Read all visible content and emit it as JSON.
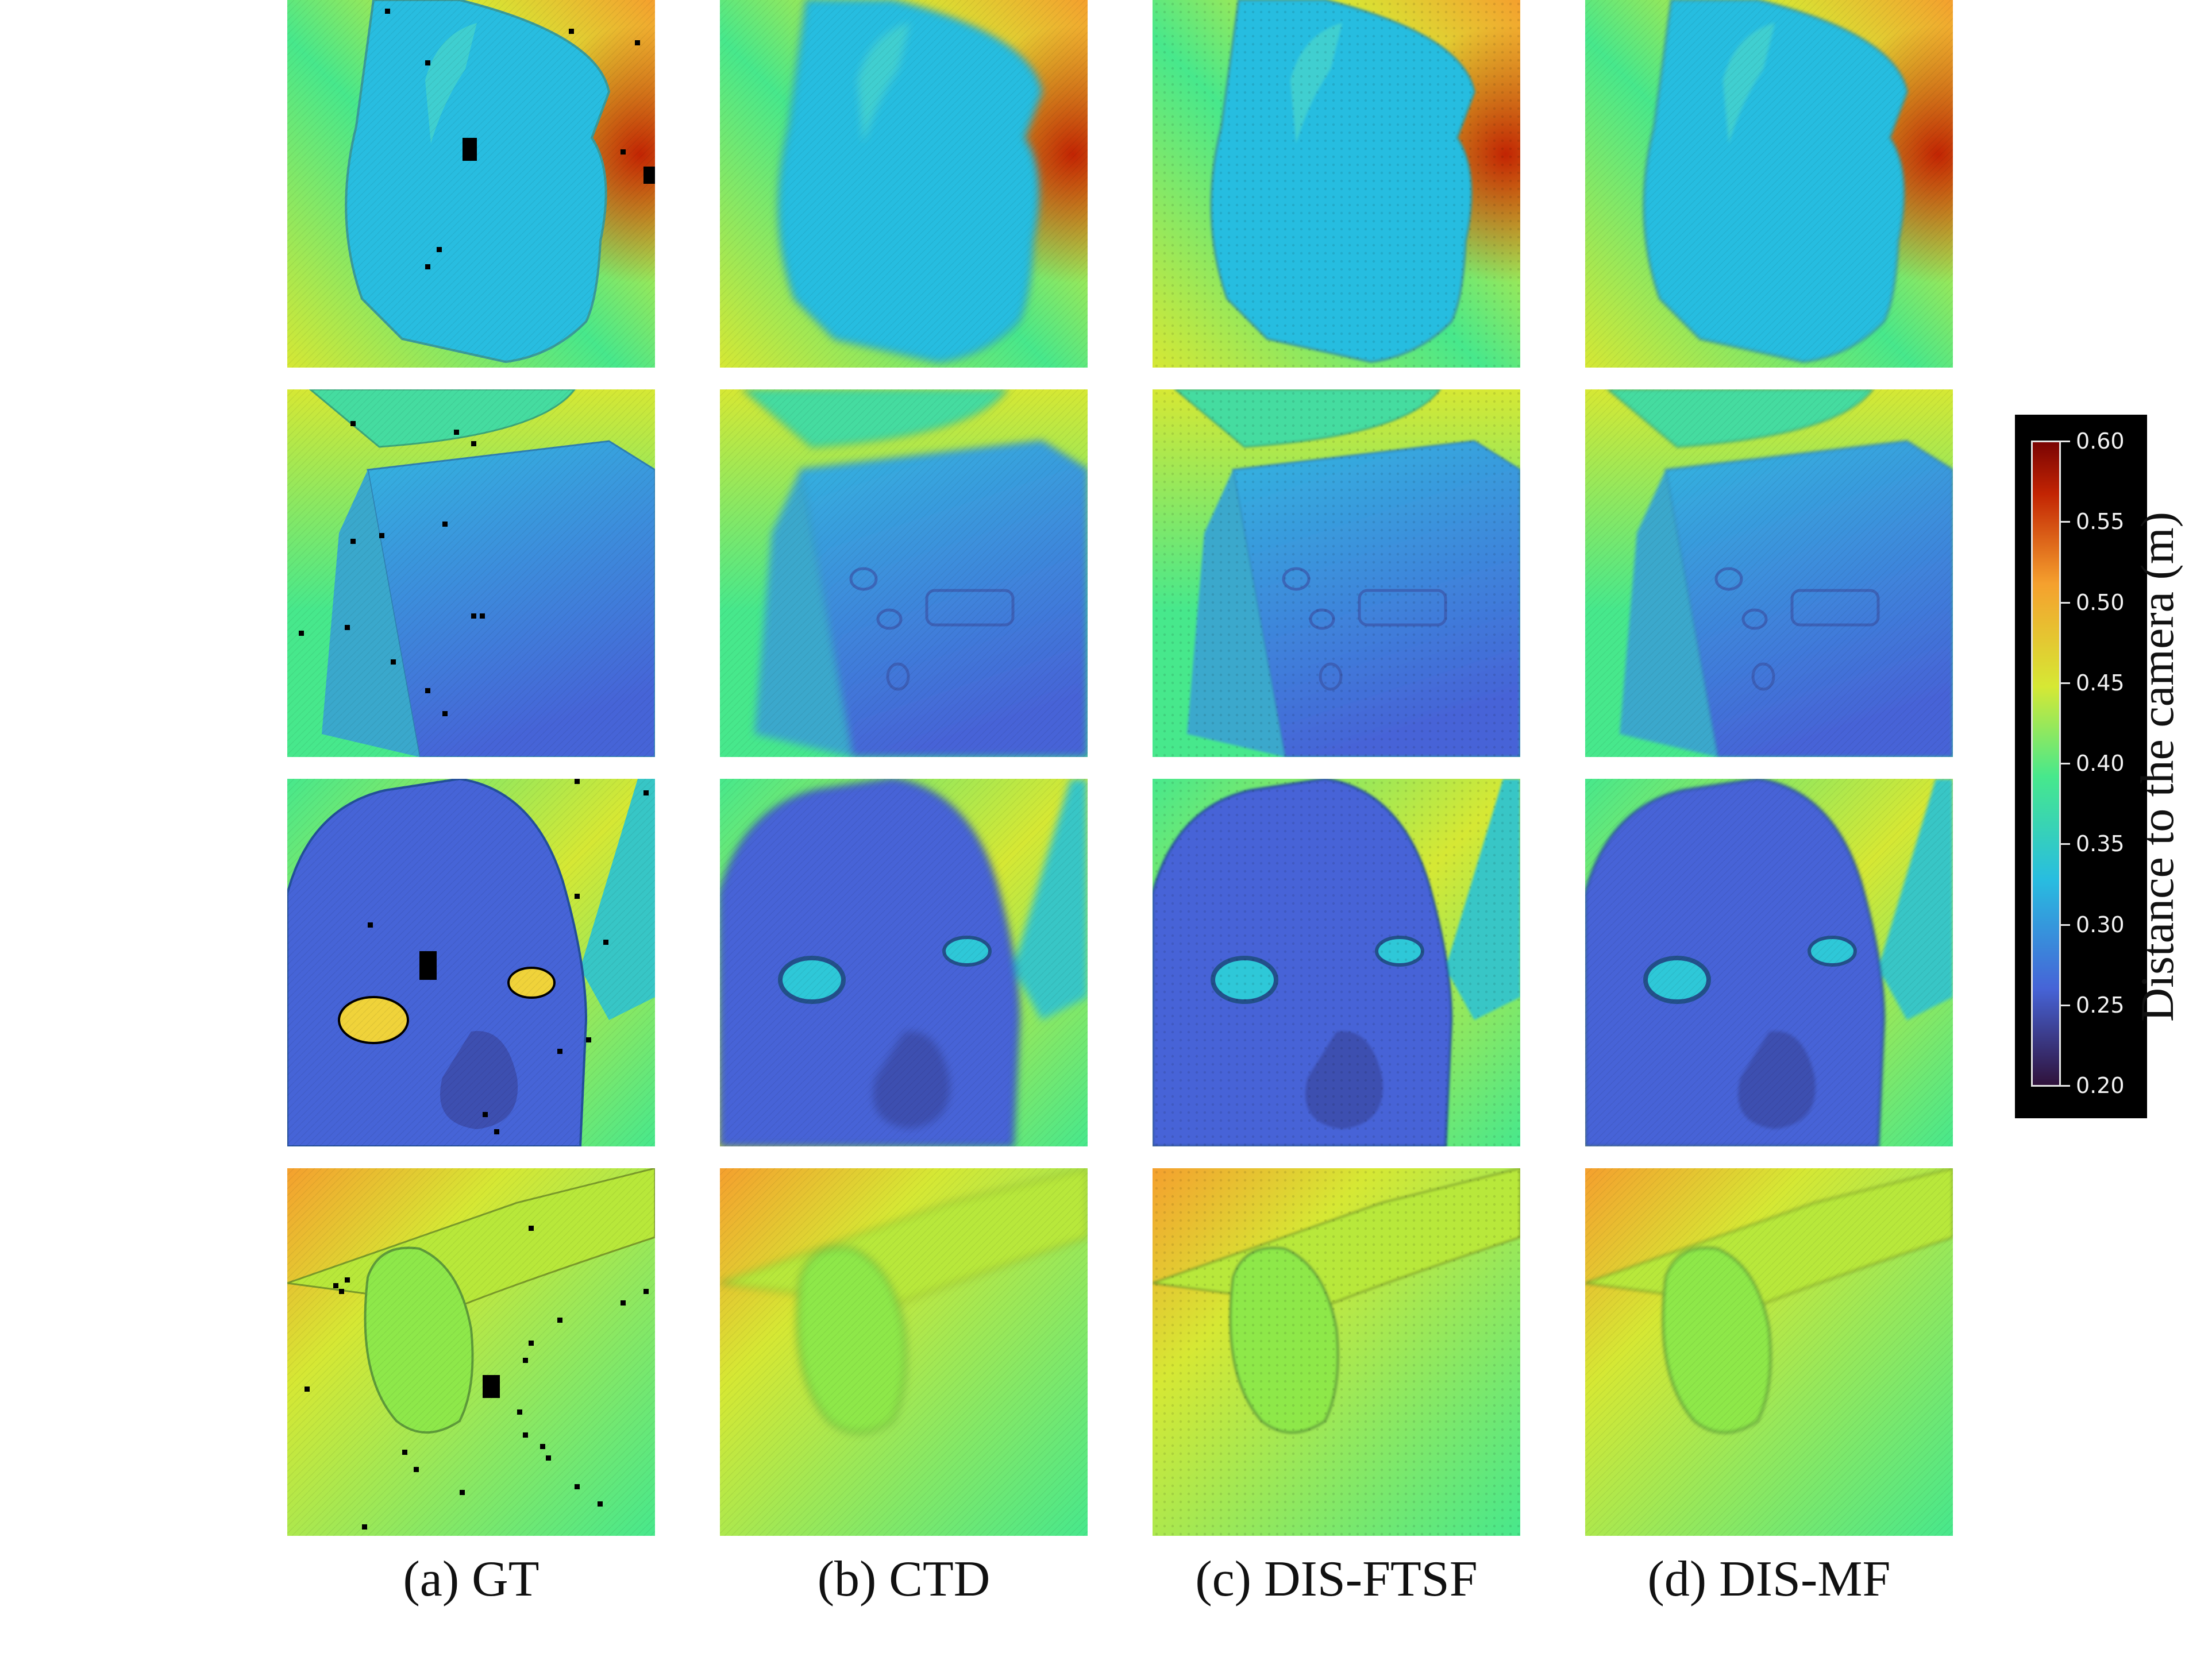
{
  "columns": [
    {
      "label": "(a) GT"
    },
    {
      "label": "(b) CTD"
    },
    {
      "label": "(c) DIS-FTSF"
    },
    {
      "label": "(d) DIS-MF"
    }
  ],
  "colorbar": {
    "title": "Distance to the camera (m)",
    "ticks": [
      "0.60",
      "0.55",
      "0.50",
      "0.45",
      "0.40",
      "0.35",
      "0.30",
      "0.25",
      "0.20"
    ],
    "range": [
      0.2,
      0.6
    ],
    "colormap": "turbo"
  },
  "colors": {
    "near": "#30123b",
    "blue": "#4664d7",
    "cyan": "#28bde0",
    "green": "#47e88c",
    "yellow": "#d6e834",
    "orange": "#f5a02e",
    "far": "#c22403"
  }
}
